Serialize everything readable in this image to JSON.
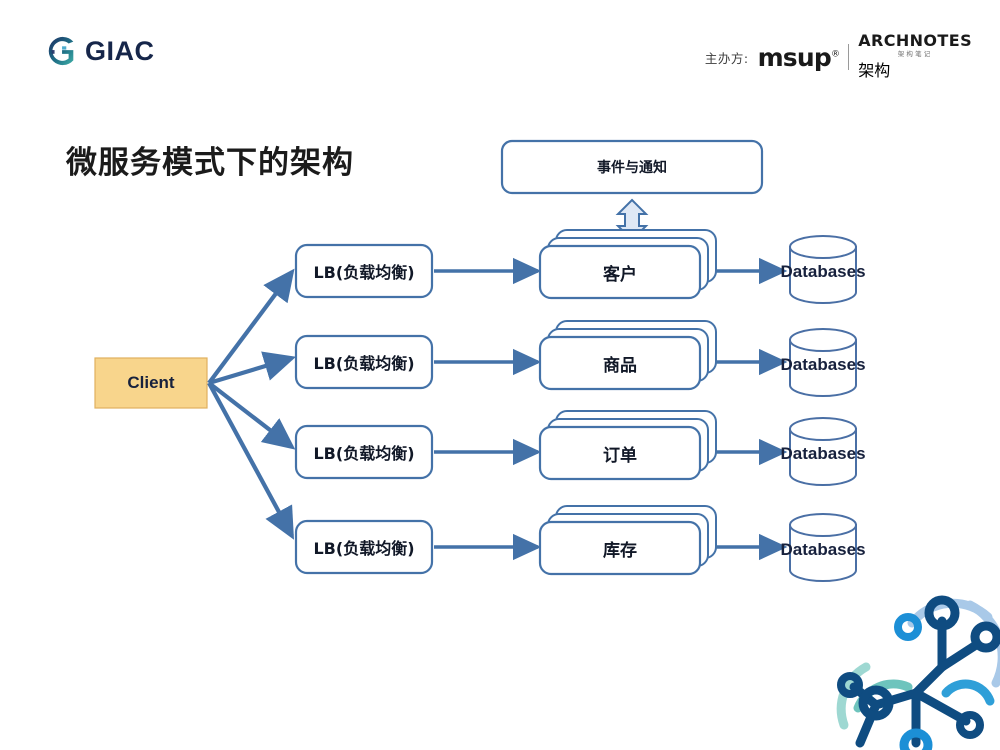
{
  "slide": {
    "title": "微服务模式下的架构",
    "background_color": "#ffffff"
  },
  "brand": {
    "logo_text": "GIAC",
    "logo_icon": "giac-g-mark",
    "logo_color": "#16264a"
  },
  "sponsor": {
    "lead_label": "主办方:",
    "primary": "msup",
    "primary_tm": "®",
    "secondary": "ARCHNOTES",
    "secondary_sub": "架构笔记",
    "secondary_cn": "架构"
  },
  "diagram": {
    "type": "architecture-flow",
    "accent_color": "#4472a8",
    "client_fill": "#F8D58C",
    "client_border": "#d8a64b",
    "event_bus": {
      "label": "事件与通知",
      "connector": "double-headed-vertical-arrow"
    },
    "client": {
      "label": "Client"
    },
    "rows": [
      {
        "lb": "LB(负载均衡)",
        "service": "客户",
        "db": "Databases"
      },
      {
        "lb": "LB(负载均衡)",
        "service": "商品",
        "db": "Databases"
      },
      {
        "lb": "LB(负载均衡)",
        "service": "订单",
        "db": "Databases"
      },
      {
        "lb": "LB(负载均衡)",
        "service": "库存",
        "db": "Databases"
      }
    ],
    "edges": [
      "client-to-lb-1",
      "client-to-lb-2",
      "client-to-lb-3",
      "client-to-lb-4",
      "lb-1-to-service-1",
      "lb-2-to-service-2",
      "lb-3-to-service-3",
      "lb-4-to-service-4",
      "service-1-to-db-1",
      "service-2-to-db-2",
      "service-3-to-db-3",
      "service-4-to-db-4",
      "event-bus-to-service-1"
    ]
  },
  "decoration": {
    "corner_graphic": "network-nodes-graphic",
    "colors": [
      "#0f4c81",
      "#1c8fd6",
      "#5ec8c0",
      "#a9c9e8"
    ]
  }
}
